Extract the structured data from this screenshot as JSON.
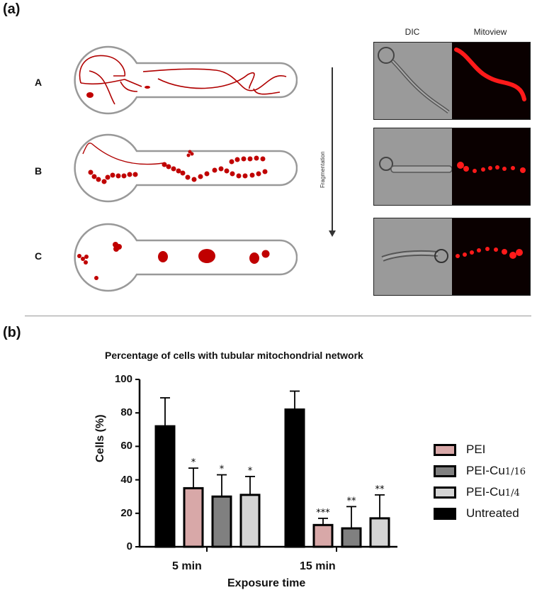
{
  "panel_a": {
    "label": "(a)",
    "rows": [
      {
        "label": "A"
      },
      {
        "label": "B"
      },
      {
        "label": "C"
      }
    ],
    "columns": {
      "dic": "DIC",
      "fluo": "Mitoview"
    },
    "arrow_label": "Fragmentation"
  },
  "panel_b": {
    "label": "(b)"
  },
  "legend": {
    "items": [
      {
        "name": "PEI",
        "color": "#d8a8a8"
      },
      {
        "name": "PEI-Cu",
        "sub": "1/16",
        "color": "#808080"
      },
      {
        "name": "PEI-Cu",
        "sub": "1/4",
        "color": "#d4d4d4"
      },
      {
        "name": "Untreated",
        "color": "#000000"
      }
    ]
  },
  "chart_data": {
    "type": "bar",
    "title": "Percentage of cells with tubular mitochondrial network",
    "xlabel": "Exposure time",
    "ylabel": "Cells (%)",
    "ylim": [
      0,
      100
    ],
    "yticks": [
      0,
      20,
      40,
      60,
      80,
      100
    ],
    "categories": [
      "5 min",
      "15 min"
    ],
    "series": [
      {
        "name": "Untreated",
        "color": "#000000",
        "values": [
          72,
          82
        ],
        "error_upper": [
          89,
          93
        ],
        "significance": [
          "",
          ""
        ]
      },
      {
        "name": "PEI",
        "color": "#d8a8a8",
        "values": [
          35,
          13
        ],
        "error_upper": [
          47,
          17
        ],
        "significance": [
          "*",
          "***"
        ]
      },
      {
        "name": "PEI-Cu1/16",
        "color": "#808080",
        "values": [
          30,
          11
        ],
        "error_upper": [
          43,
          24
        ],
        "significance": [
          "*",
          "**"
        ]
      },
      {
        "name": "PEI-Cu1/4",
        "color": "#d4d4d4",
        "values": [
          31,
          17
        ],
        "error_upper": [
          42,
          31
        ],
        "significance": [
          "*",
          "**"
        ]
      }
    ],
    "grid": false,
    "legend_position": "right"
  }
}
